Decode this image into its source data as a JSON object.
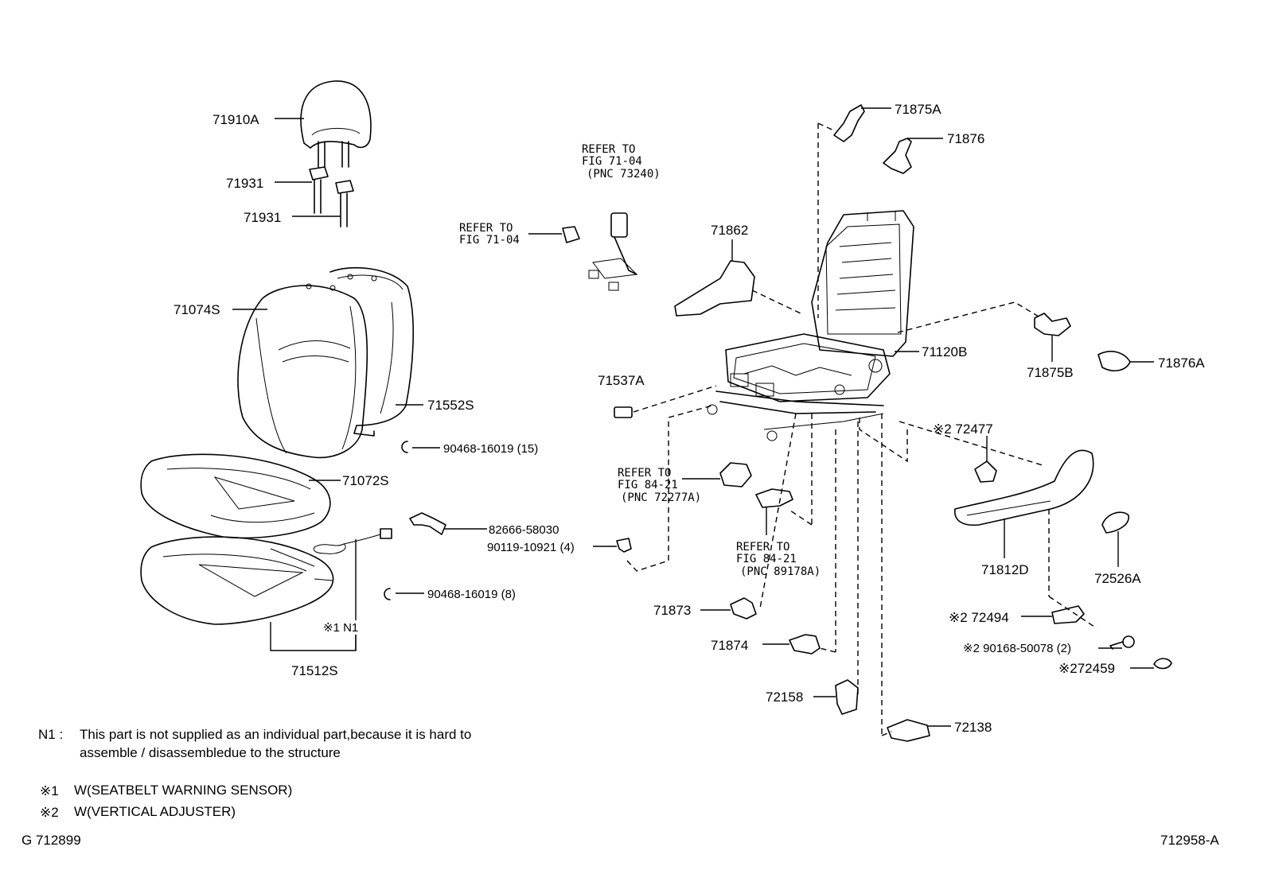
{
  "labels": {
    "p71910A": "71910A",
    "p71931a": "71931",
    "p71931b": "71931",
    "p71074S": "71074S",
    "p71552S": "71552S",
    "p90468_15": "90468-16019 (15)",
    "p71072S": "71072S",
    "p82666": "82666-58030",
    "p90119": "90119-10921 (4)",
    "p90468_8": "90468-16019 (8)",
    "pN1": "※1 N1",
    "p71512S": "71512S",
    "p71862": "71862",
    "p71537A": "71537A",
    "p71873": "71873",
    "p71874": "71874",
    "p72158": "72158",
    "p72138": "72138",
    "p71875A": "71875A",
    "p71876": "71876",
    "p71120B": "71120B",
    "p71875B": "71875B",
    "p71876A": "71876A",
    "p72477": "※2 72477",
    "p71812D": "71812D",
    "p72526A": "72526A",
    "p72494": "※2 72494",
    "p90168": "※2 90168-50078 (2)",
    "p72459": "※272459"
  },
  "refs": {
    "r1": [
      "REFER TO",
      "FIG 71-04",
      "(PNC 73240)"
    ],
    "r2": [
      "REFER TO",
      "FIG 71-04"
    ],
    "r3": [
      "REFER TO",
      "FIG 84-21",
      "(PNC 72277A)"
    ],
    "r4": [
      "REFER TO",
      "FIG 84-21",
      "(PNC 89178A)"
    ]
  },
  "notes": {
    "n1_key": "N1 :",
    "n1_line1": "This part is not supplied as an individual part,because it is hard to",
    "n1_line2": "assemble / disassembledue to the structure",
    "s1_key": "※1",
    "s1_text": "W(SEATBELT WARNING SENSOR)",
    "s2_key": "※2",
    "s2_text": "W(VERTICAL ADJUSTER)"
  },
  "footer": {
    "left_code": "G 712899",
    "right_code": "712958-A"
  }
}
